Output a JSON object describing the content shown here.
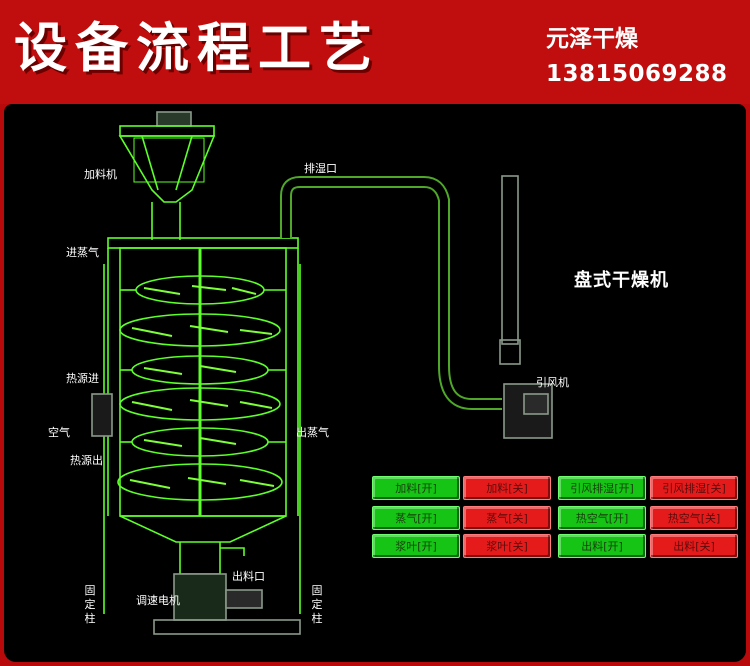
{
  "header": {
    "title": "设备流程工艺",
    "brand": "元泽干燥",
    "phone": "13815069288"
  },
  "machine_name": "盘式干燥机",
  "labels": {
    "feeder": "加料机",
    "exhaust_port": "排湿口",
    "steam_in": "进蒸气",
    "heat_in": "热源进",
    "air": "空气",
    "heat_out": "热源出",
    "steam_out": "出蒸气",
    "fan": "引风机",
    "discharge": "出料口",
    "motor": "调速电机",
    "fixed_post": "固定柱"
  },
  "colors": {
    "machine_line": "#5cff2a",
    "on_button": "#15c415",
    "off_button": "#e51b1b"
  },
  "controls": [
    {
      "label": "加料[开]",
      "state": "on"
    },
    {
      "label": "加料[关]",
      "state": "off"
    },
    {
      "label": "引风排湿[开]",
      "state": "on"
    },
    {
      "label": "引风排湿[关]",
      "state": "off"
    },
    {
      "label": "蒸气[开]",
      "state": "on"
    },
    {
      "label": "蒸气[关]",
      "state": "off"
    },
    {
      "label": "热空气[开]",
      "state": "on"
    },
    {
      "label": "热空气[关]",
      "state": "off"
    },
    {
      "label": "浆叶[开]",
      "state": "on"
    },
    {
      "label": "浆叶[关]",
      "state": "off"
    },
    {
      "label": "出料[开]",
      "state": "on"
    },
    {
      "label": "出料[关]",
      "state": "off"
    }
  ]
}
